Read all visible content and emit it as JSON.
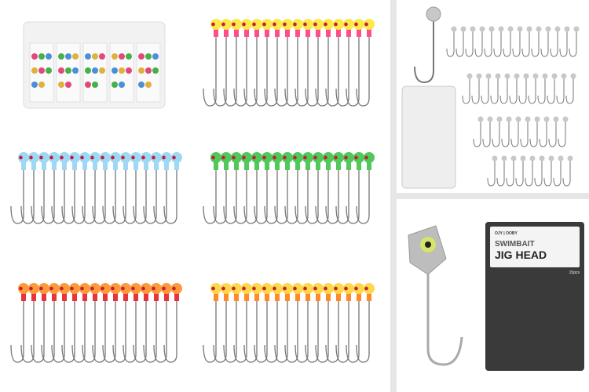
{
  "panels": [
    {
      "id": "storage-box",
      "colors": [
        "#e04a7a",
        "#46b04a",
        "#4a8fd8",
        "#e0b040"
      ]
    },
    {
      "id": "pink-yellow-jigs",
      "color": "#ff4f86",
      "color2": "#ffe84a"
    },
    {
      "id": "blue-jigs",
      "color": "#9fd8f4"
    },
    {
      "id": "green-jigs",
      "color": "#52c85a"
    },
    {
      "id": "red-jigs",
      "color": "#e8323c",
      "color2": "#ff9a3a"
    },
    {
      "id": "orange-yellow-jigs",
      "color": "#ff8a2a",
      "color2": "#ffd84a"
    }
  ],
  "package": {
    "brand": "OJY | OOBY",
    "title_line1": "SWIMBAIT",
    "title_line2": "JIG HEAD",
    "count": "15pcs"
  },
  "colors": {
    "hook": "#777777",
    "lead": "#c8c8c8",
    "separator": "#e6e6e6"
  }
}
